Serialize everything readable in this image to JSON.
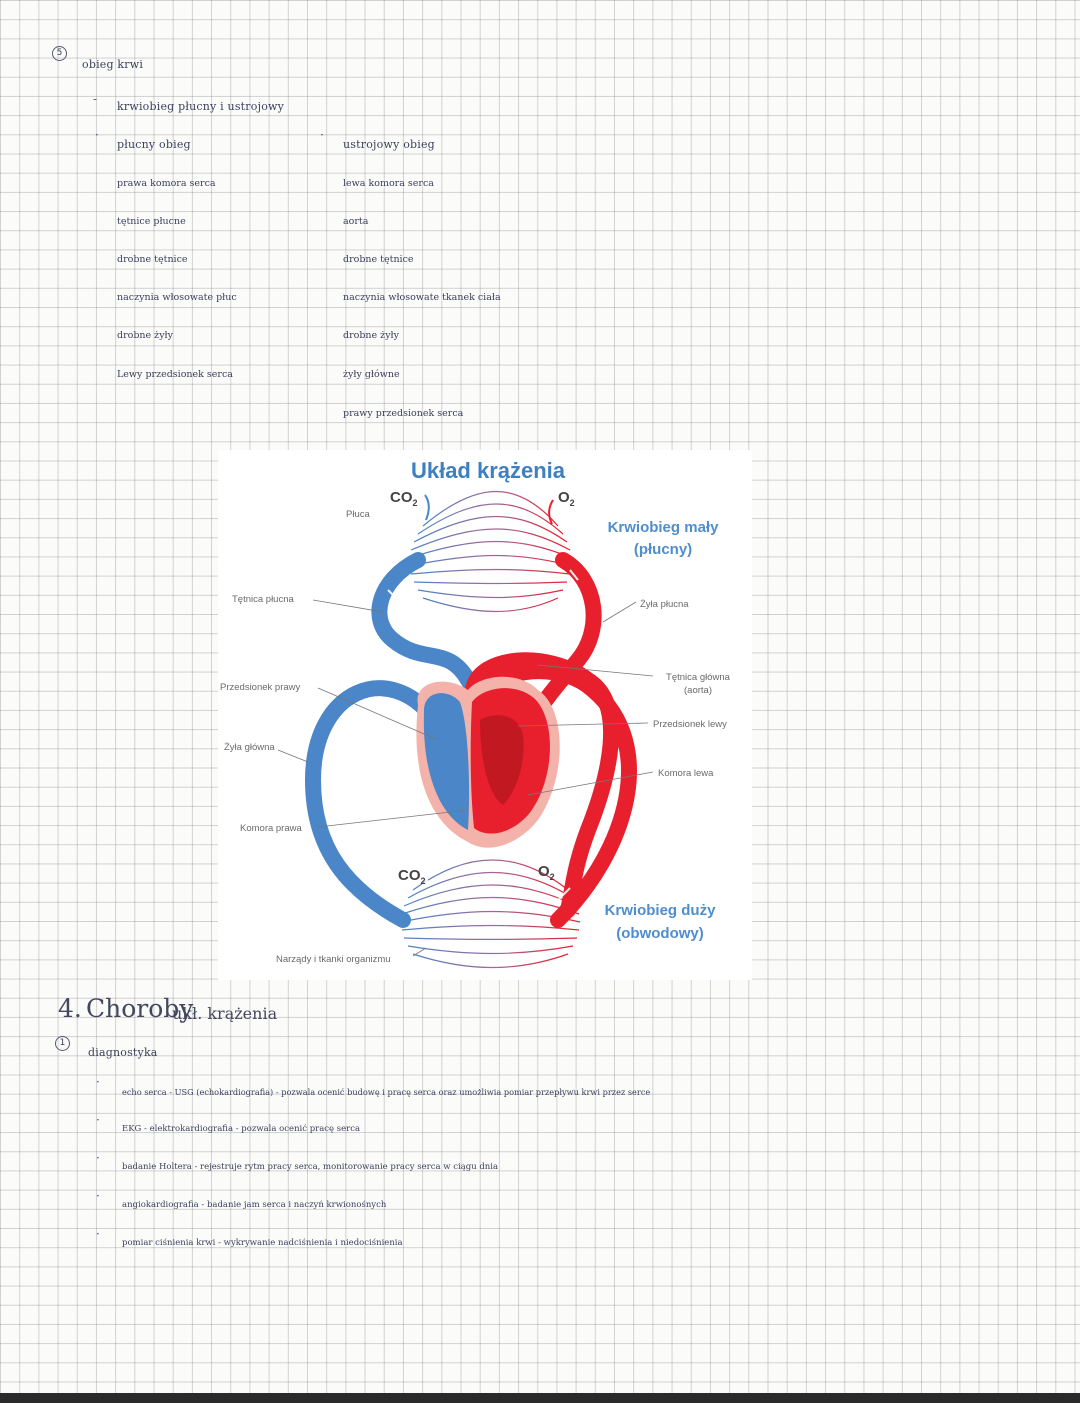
{
  "section1": {
    "marker": "5",
    "heading": "obieg krwi",
    "intro": "krwiobieg płucny i ustrojowy",
    "left_column": {
      "header": "płucny obieg",
      "items": [
        "prawa komora serca",
        "tętnice płucne",
        "drobne tętnice",
        "naczynia włosowate płuc",
        "drobne żyły",
        "Lewy przedsionek serca"
      ]
    },
    "right_column": {
      "header": "ustrojowy obieg",
      "items": [
        "lewa komora serca",
        "aorta",
        "drobne tętnice",
        "naczynia włosowate tkanek ciała",
        "drobne żyły",
        "żyły główne",
        "prawy przedsionek serca"
      ]
    }
  },
  "diagram": {
    "title": "Układ krążenia",
    "small_circulation": "Krwiobieg mały",
    "small_circulation_sub": "(płucny)",
    "large_circulation": "Krwiobieg duży",
    "large_circulation_sub": "(obwodowy)",
    "labels": {
      "pluca": "Płuca",
      "tetnica_plucna": "Tętnica płucna",
      "przedsionek_prawy": "Przedsionek prawy",
      "zyla_glowna": "Żyła główna",
      "komora_prawa": "Komora prawa",
      "narzady": "Narządy i tkanki organizmu",
      "zyla_plucna": "Żyła płucna",
      "tetnica_glowna": "Tętnica główna",
      "aorta": "(aorta)",
      "przedsionek_lewy": "Przedsionek lewy",
      "komora_lewa": "Komora lewa",
      "co2": "CO",
      "o2": "O",
      "sub2": "2"
    },
    "colors": {
      "oxygenated": "#e8202e",
      "deoxygenated": "#4a86c8",
      "pericardium": "#f4b3aa"
    }
  },
  "section2": {
    "number": "4.",
    "title": "Choroby",
    "title_rest": "ukł. krążenia",
    "marker": "1",
    "sub_heading": "diagnostyka",
    "items": [
      "echo serca - USG (echokardiografia) - pozwala ocenić budowę i pracę serca oraz umożliwia pomiar przepływu krwi przez serce",
      "EKG - elektrokardiografia - pozwala ocenić pracę serca",
      "badanie Holtera - rejestruje rytm pracy serca, monitorowanie pracy serca w ciągu dnia",
      "angiokardiografia - badanie jam serca i naczyń krwionośnych",
      "pomiar ciśnienia krwi - wykrywanie nadciśnienia i niedociśnienia"
    ]
  }
}
